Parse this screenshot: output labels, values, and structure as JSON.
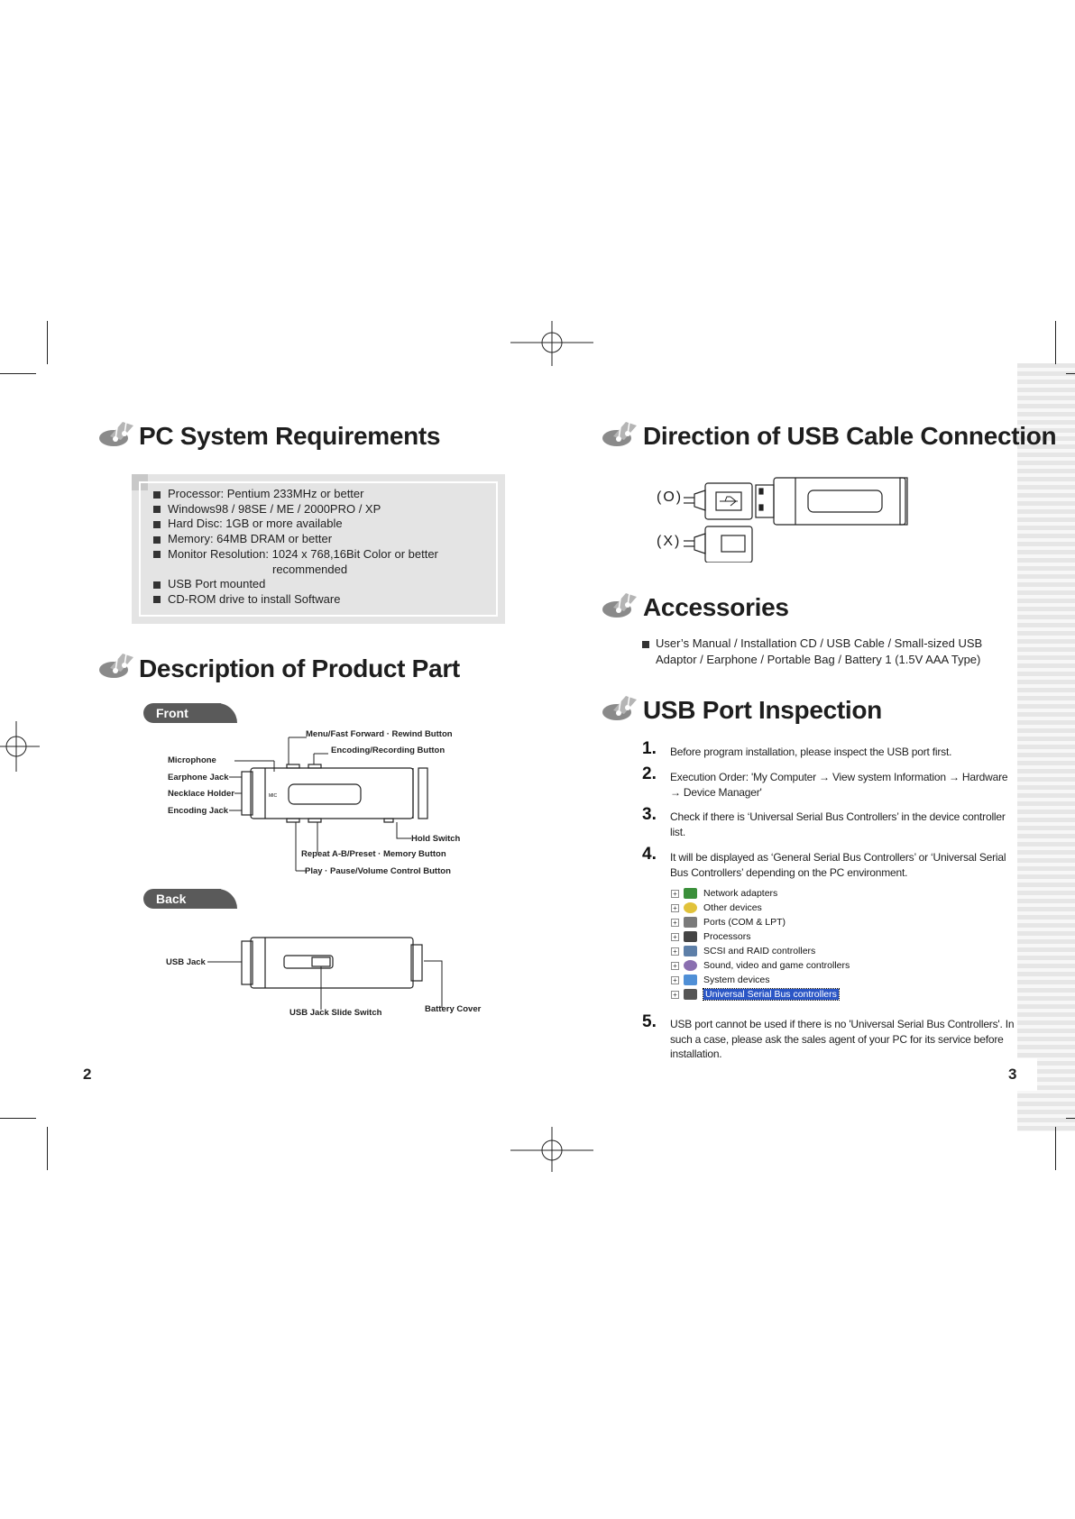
{
  "left_page": {
    "requirements": {
      "title": "PC System Requirements",
      "items": [
        "Processor: Pentium 233MHz or better",
        "Windows98 / 98SE / ME / 2000PRO / XP",
        "Hard Disc: 1GB or more available",
        "Memory: 64MB DRAM or better",
        "Monitor Resolution: 1024 x 768,16Bit Color or better",
        "USB Port mounted",
        "CD-ROM drive to install Software"
      ],
      "item_continuation": "recommended"
    },
    "product": {
      "title": "Description of Product Part",
      "front_tag": "Front",
      "back_tag": "Back",
      "front_labels": {
        "menu": "Menu/Fast Forward · Rewind Button",
        "encoding_btn": "Encoding/Recording Button",
        "microphone": "Microphone",
        "earphone": "Earphone Jack",
        "necklace": "Necklace Holder",
        "encoding_jack": "Encoding Jack",
        "hold": "Hold Switch",
        "repeat": "Repeat A-B/Preset · Memory Button",
        "play": "Play · Pause/Volume Control Button"
      },
      "back_labels": {
        "usb_jack": "USB Jack",
        "slide": "USB Jack Slide Switch",
        "battery": "Battery Cover"
      }
    },
    "page_number": "2"
  },
  "right_page": {
    "usb_direction": {
      "title": "Direction of USB Cable Connection",
      "correct_label": "(O)",
      "wrong_label": "(X)"
    },
    "accessories": {
      "title": "Accessories",
      "text": "User’s Manual / Installation CD / USB Cable / Small-sized USB Adaptor / Earphone / Portable Bag / Battery 1 (1.5V AAA Type)"
    },
    "inspection": {
      "title": "USB Port Inspection",
      "steps": [
        {
          "num": "1.",
          "text": "Before program installation, please inspect the USB port first."
        },
        {
          "num": "2.",
          "text": "Execution Order: 'My Computer → View  system Information → Hardware → Device Manager'"
        },
        {
          "num": "3.",
          "text": "Check if there is ‘Universal Serial Bus Controllers’ in the device controller list."
        },
        {
          "num": "4.",
          "text": "It will be displayed as ‘General Serial Bus Controllers’ or ‘Universal Serial Bus Controllers’ depending on the PC environment."
        },
        {
          "num": "5.",
          "text": "USB port cannot be used if there is no 'Universal Serial Bus Controllers'. In such a case, please ask the sales agent of your PC for its service before installation."
        }
      ],
      "device_list": [
        "Network adapters",
        "Other devices",
        "Ports (COM & LPT)",
        "Processors",
        "SCSI and RAID controllers",
        "Sound, video and game controllers",
        "System devices",
        "Universal Serial Bus controllers"
      ],
      "tree_expander": "+"
    },
    "page_number": "3"
  }
}
